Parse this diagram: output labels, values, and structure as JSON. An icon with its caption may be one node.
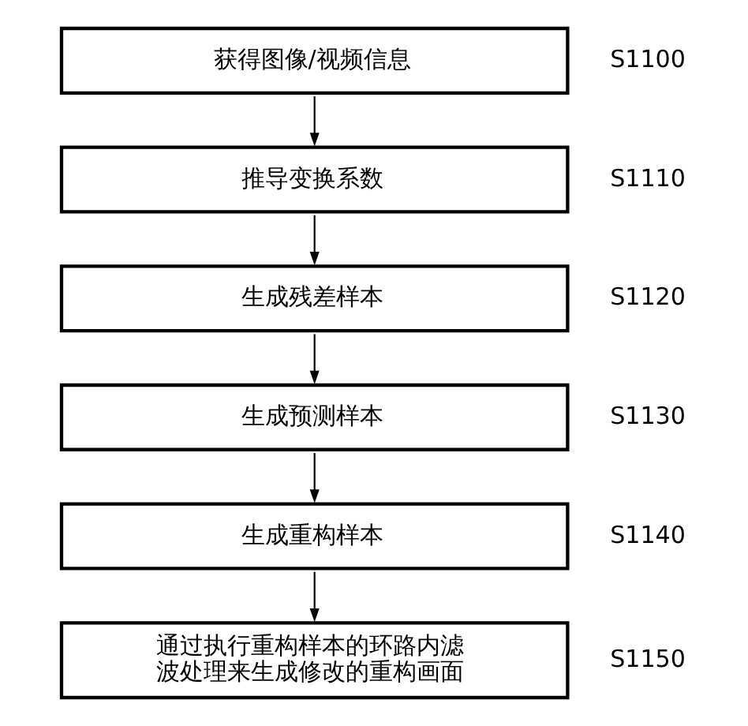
{
  "diagram": {
    "nodes": [
      {
        "text": [
          "获得图像/视频信息"
        ],
        "beside": [
          "S1100"
        ]
      },
      {
        "text": [
          "推导变换系数"
        ],
        "beside": [
          "S1110"
        ]
      },
      {
        "text": [
          "生成残差样本"
        ],
        "beside": [
          "S1120"
        ]
      },
      {
        "text": [
          "生成预测样本"
        ],
        "beside": [
          "S1130"
        ]
      },
      {
        "text": [
          "生成重构样本"
        ],
        "beside": [
          "S1140"
        ]
      },
      {
        "text": [
          "通过执行重构样本的环路内滤波处理来生成修改的重构画面"
        ],
        "beside": [
          "S1150"
        ]
      }
    ],
    "edges": [
      {
        "from": 0,
        "to": 1,
        "arrow": "to"
      },
      {
        "from": 1,
        "to": 2,
        "arrow": "to"
      },
      {
        "from": 2,
        "to": 3,
        "arrow": "to"
      },
      {
        "from": 3,
        "to": 4,
        "arrow": "to"
      },
      {
        "from": 4,
        "to": 5,
        "arrow": "to"
      }
    ]
  }
}
